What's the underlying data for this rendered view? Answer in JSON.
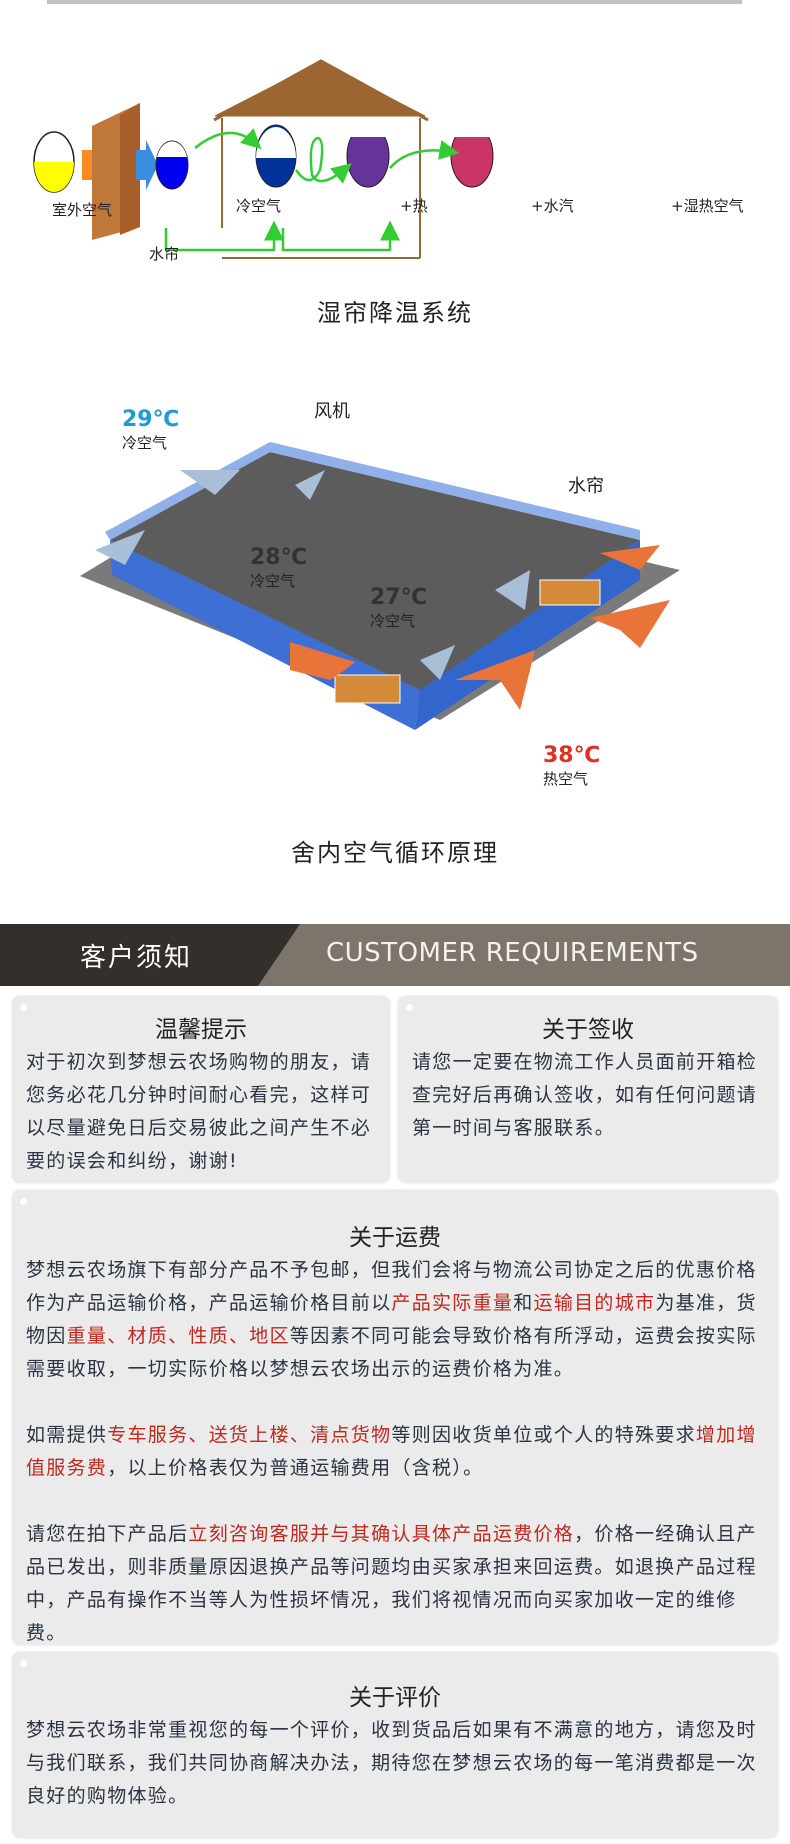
{
  "diagram1": {
    "labels": {
      "outside_air": "室外空气",
      "water_curtain": "水帘",
      "cold_air": "冷空气",
      "plus_heat": "+热",
      "plus_vapor": "+水汽",
      "plus_humid_hot_air": "+湿热空气"
    },
    "caption": "湿帘降温系统",
    "colors": {
      "outside": "#ffff00",
      "cold": "#0000ee",
      "heat": "#003399",
      "vapor": "#663399",
      "humid": "#cc3366",
      "arrow": "#33cc33",
      "roof": "#9c6633"
    }
  },
  "diagram2": {
    "fan_label": "风机",
    "curtain_label": "水帘",
    "t1": {
      "temp": "29℃",
      "label": "冷空气",
      "color": "#1e9ad6"
    },
    "t2": {
      "temp": "28℃",
      "label": "冷空气"
    },
    "t3": {
      "temp": "27℃",
      "label": "冷空气"
    },
    "t4": {
      "temp": "38℃",
      "label": "热空气",
      "color": "#e03020"
    },
    "caption": "舍内空气循环原理"
  },
  "band": {
    "cn": "客户须知",
    "en": "CUSTOMER REQUIREMENTS"
  },
  "cards": {
    "tips": {
      "title": "温馨提示",
      "text": "对于初次到梦想云农场购物的朋友，请您务必花几分钟时间耐心看完，这样可以尽量避免日后交易彼此之间产生不必要的误会和纠纷，谢谢!"
    },
    "sign": {
      "title": "关于签收",
      "text": "请您一定要在物流工作人员面前开箱检查完好后再确认签收，如有任何问题请第一时间与客服联系。"
    },
    "shipping": {
      "title": "关于运费",
      "paragraphs": [
        [
          {
            "t": "梦想云农场旗下有部分产品不予包邮，但我们会将与物流公司协定之后的优惠价格作为产品运输价格，产品运输价格目前以"
          },
          {
            "t": "产品实际重量",
            "red": true
          },
          {
            "t": "和"
          },
          {
            "t": "运输目的城市",
            "red": true
          },
          {
            "t": "为基准，货物因"
          },
          {
            "t": "重量、材质、性质、地区",
            "red": true
          },
          {
            "t": "等因素不同可能会导致价格有所浮动，运费会按实际需要收取，一切实际价格以梦想云农场出示的运费价格为准。"
          }
        ],
        [
          {
            "t": "如需提供"
          },
          {
            "t": "专车服务、送货上楼、清点货物",
            "red": true
          },
          {
            "t": "等则因收货单位或个人的特殊要求"
          },
          {
            "t": "增加增值服务费",
            "red": true
          },
          {
            "t": "，以上价格表仅为普通运输费用（含税）。"
          }
        ],
        [
          {
            "t": "请您在拍下产品后"
          },
          {
            "t": "立刻咨询客服并与其确认具体产品运费价格",
            "red": true
          },
          {
            "t": "，价格一经确认且产品已发出，则非质量原因退换产品等问题均由买家承担来回运费。如退换产品过程中，产品有操作不当等人为性损坏情况，我们将视情况而向买家加收一定的维修费。"
          }
        ]
      ]
    },
    "review": {
      "title": "关于评价",
      "text": "梦想云农场非常重视您的每一个评价，收到货品后如果有不满意的地方，请您及时与我们联系，我们共同协商解决办法，期待您在梦想云农场的每一笔消费都是一次良好的购物体验。"
    }
  }
}
